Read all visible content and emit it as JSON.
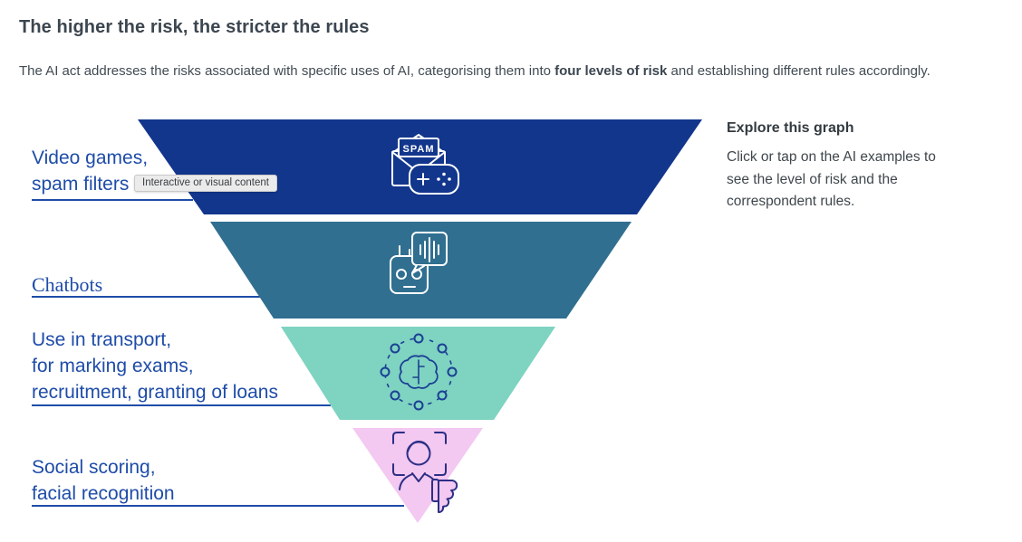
{
  "page": {
    "title": "The higher the risk, the stricter the rules",
    "intro_before": "The AI act addresses the risks associated with specific uses of AI, categorising them into ",
    "intro_bold": "four levels of risk",
    "intro_after": " and establishing different rules accordingly."
  },
  "tooltip": {
    "label": "Interactive or visual content"
  },
  "explore": {
    "heading": "Explore this graph",
    "body": "Click or tap on the AI examples to see the level of risk and the correspondent rules."
  },
  "pyramid": {
    "type": "inverted-pyramid",
    "levels": [
      {
        "lines": [
          "Video games,",
          "spam filters"
        ],
        "color": "#12368c",
        "icon": "spam-game-icon",
        "icon_text": "SPAM"
      },
      {
        "lines": [
          "Chatbots"
        ],
        "color": "#306f90",
        "icon": "chatbot-icon"
      },
      {
        "lines": [
          "Use in transport,",
          "for marking exams,",
          "recruitment, granting of loans"
        ],
        "color": "#7ed3c1",
        "icon": "ai-brain-network-icon"
      },
      {
        "lines": [
          "Social scoring,",
          "facial recognition"
        ],
        "color": "#f3c8f1",
        "icon": "face-recognition-thumbs-down-icon"
      }
    ],
    "label_color": "#1e4ca8"
  }
}
